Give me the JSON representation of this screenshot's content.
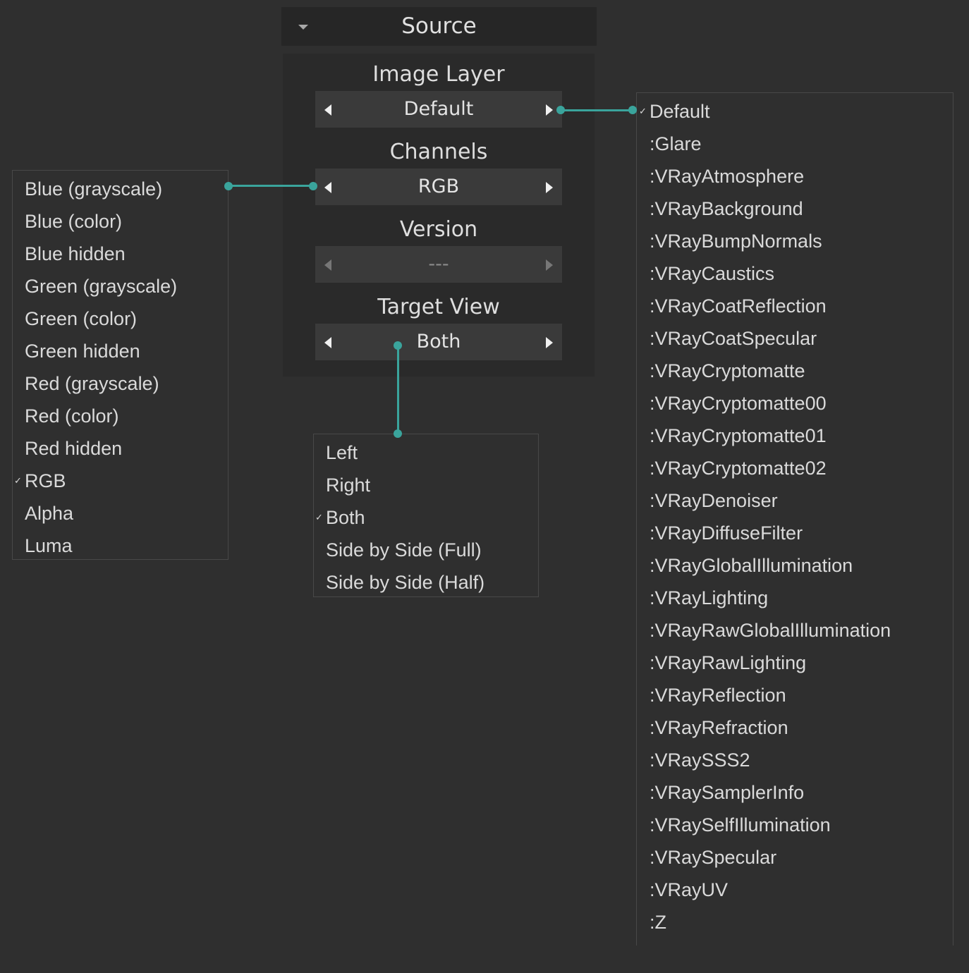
{
  "source": {
    "title": "Source"
  },
  "panel": {
    "image_layer": {
      "label": "Image Layer",
      "value": "Default"
    },
    "channels": {
      "label": "Channels",
      "value": "RGB"
    },
    "version": {
      "label": "Version",
      "value": "---"
    },
    "target_view": {
      "label": "Target View",
      "value": "Both"
    }
  },
  "channels_menu": {
    "items": [
      "Blue (grayscale)",
      "Blue (color)",
      "Blue hidden",
      "Green (grayscale)",
      "Green (color)",
      "Green hidden",
      "Red (grayscale)",
      "Red (color)",
      "Red hidden",
      "RGB",
      "Alpha",
      "Luma"
    ],
    "selected": "RGB"
  },
  "target_view_menu": {
    "items": [
      "Left",
      "Right",
      "Both",
      "Side by Side (Full)",
      "Side by Side (Half)"
    ],
    "selected": "Both"
  },
  "image_layer_menu": {
    "items": [
      "Default",
      ":Glare",
      ":VRayAtmosphere",
      ":VRayBackground",
      ":VRayBumpNormals",
      ":VRayCaustics",
      ":VRayCoatReflection",
      ":VRayCoatSpecular",
      ":VRayCryptomatte",
      ":VRayCryptomatte00",
      ":VRayCryptomatte01",
      ":VRayCryptomatte02",
      ":VRayDenoiser",
      ":VRayDiffuseFilter",
      ":VRayGlobalIllumination",
      ":VRayLighting",
      ":VRayRawGlobalIllumination",
      ":VRayRawLighting",
      ":VRayReflection",
      ":VRayRefraction",
      ":VRaySSS2",
      ":VRaySamplerInfo",
      ":VRaySelfIllumination",
      ":VRaySpecular",
      ":VRayUV",
      ":Z"
    ],
    "selected": "Default"
  },
  "colors": {
    "accent": "#3aa49c",
    "background": "#2f2f2f",
    "panel": "#2a2a2a",
    "selector": "#3a3a3a"
  },
  "icons": {
    "collapse": "chevron-down-icon",
    "prev": "arrow-left-icon",
    "next": "arrow-right-icon",
    "check": "check-icon"
  }
}
